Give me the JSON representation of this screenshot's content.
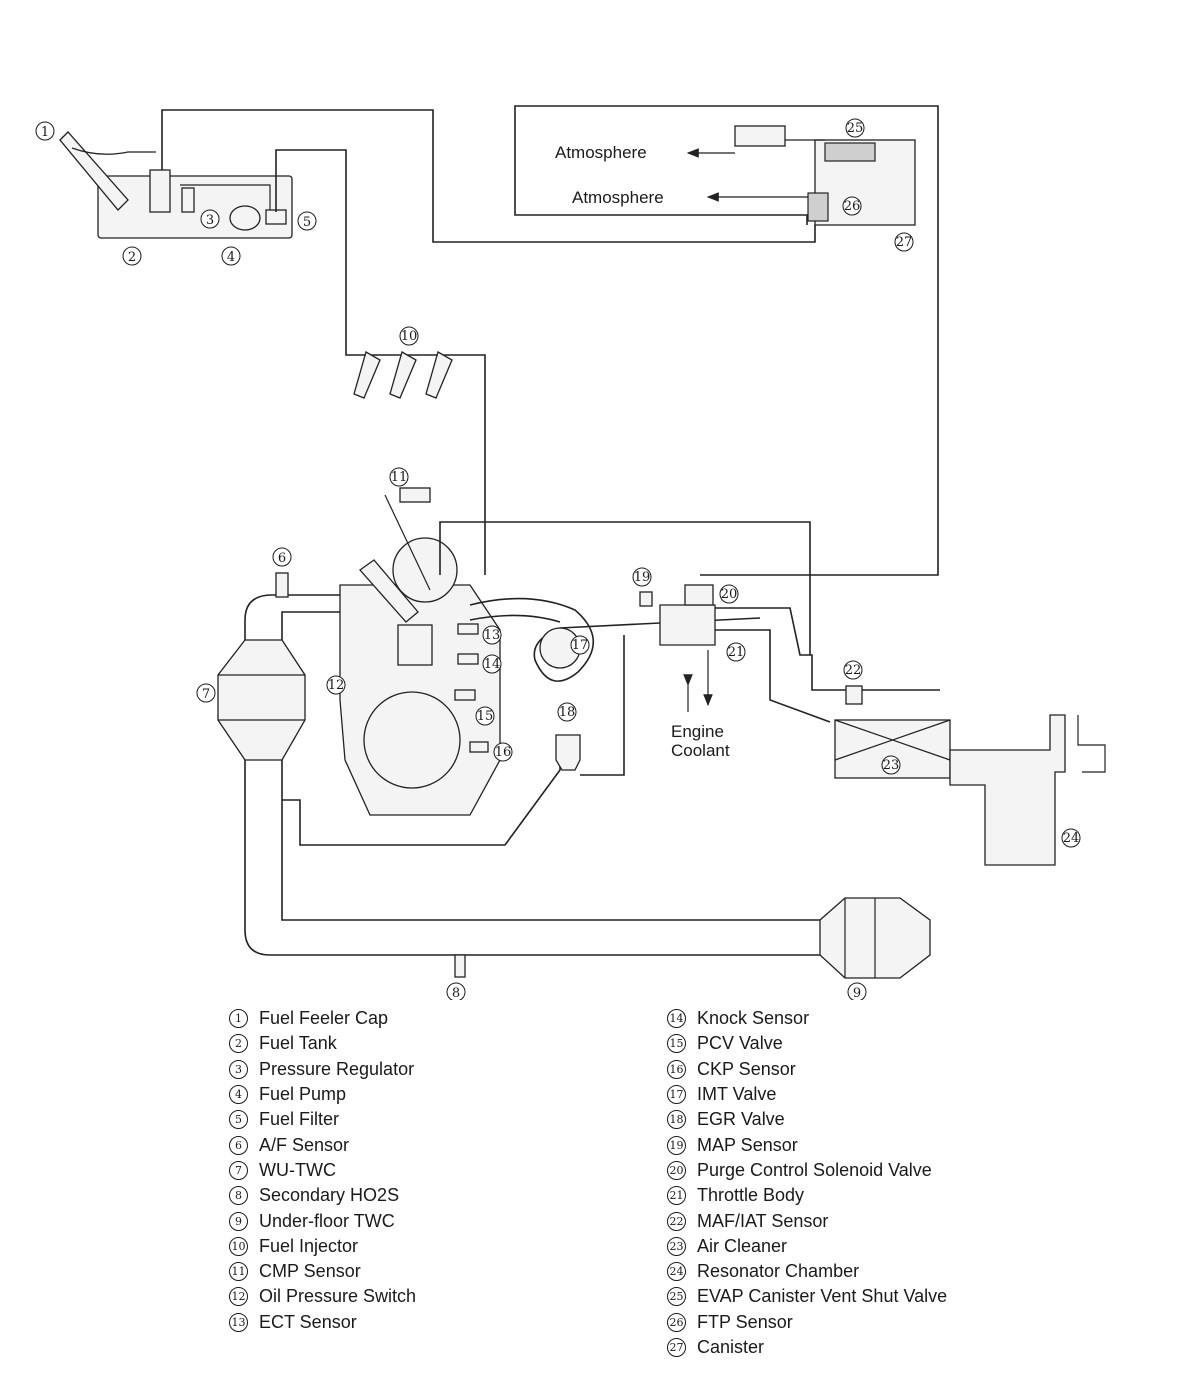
{
  "labels": {
    "atmosphere_upper": "Atmosphere",
    "atmosphere_lower": "Atmosphere",
    "coolant_line1": "Engine",
    "coolant_line2": "Coolant"
  },
  "legend_left": [
    {
      "num": "1",
      "text": "Fuel Feeler Cap"
    },
    {
      "num": "2",
      "text": "Fuel Tank"
    },
    {
      "num": "3",
      "text": "Pressure Regulator"
    },
    {
      "num": "4",
      "text": "Fuel Pump"
    },
    {
      "num": "5",
      "text": "Fuel Filter"
    },
    {
      "num": "6",
      "text": "A/F Sensor"
    },
    {
      "num": "7",
      "text": "WU-TWC"
    },
    {
      "num": "8",
      "text": "Secondary HO2S"
    },
    {
      "num": "9",
      "text": "Under-floor TWC"
    },
    {
      "num": "10",
      "text": "Fuel Injector"
    },
    {
      "num": "11",
      "text": "CMP Sensor"
    },
    {
      "num": "12",
      "text": "Oil Pressure Switch"
    },
    {
      "num": "13",
      "text": "ECT Sensor"
    }
  ],
  "legend_right": [
    {
      "num": "14",
      "text": "Knock Sensor"
    },
    {
      "num": "15",
      "text": "PCV Valve"
    },
    {
      "num": "16",
      "text": "CKP Sensor"
    },
    {
      "num": "17",
      "text": "IMT Valve"
    },
    {
      "num": "18",
      "text": "EGR Valve"
    },
    {
      "num": "19",
      "text": "MAP Sensor"
    },
    {
      "num": "20",
      "text": "Purge Control Solenoid Valve"
    },
    {
      "num": "21",
      "text": "Throttle Body"
    },
    {
      "num": "22",
      "text": "MAF/IAT Sensor"
    },
    {
      "num": "23",
      "text": "Air Cleaner"
    },
    {
      "num": "24",
      "text": "Resonator Chamber"
    },
    {
      "num": "25",
      "text": "EVAP Canister Vent Shut Valve"
    },
    {
      "num": "26",
      "text": "FTP Sensor"
    },
    {
      "num": "27",
      "text": "Canister"
    }
  ]
}
